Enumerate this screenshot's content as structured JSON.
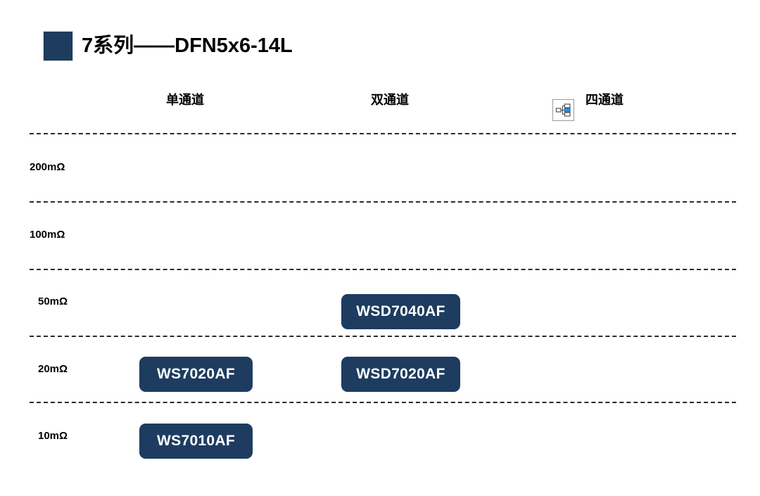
{
  "title": {
    "marker_color": "#1d3c5e",
    "text": "7系列——DFN5x6-14L"
  },
  "columns": [
    {
      "label": "单通道"
    },
    {
      "label": "双通道"
    },
    {
      "label": "四通道"
    }
  ],
  "channel_icon": {
    "name": "hierarchy-icon",
    "highlight_color": "#2f8fe0"
  },
  "rows": [
    {
      "label": "200mΩ"
    },
    {
      "label": "100mΩ"
    },
    {
      "label": "50mΩ"
    },
    {
      "label": "20mΩ"
    },
    {
      "label": "10mΩ"
    }
  ],
  "chips": [
    {
      "label": "WSD7040AF",
      "row": "50mΩ",
      "column": "双通道",
      "color": "#1d3c60"
    },
    {
      "label": "WS7020AF",
      "row": "20mΩ",
      "column": "单通道",
      "color": "#1d3c60"
    },
    {
      "label": "WSD7020AF",
      "row": "20mΩ",
      "column": "双通道",
      "color": "#1d3c60"
    },
    {
      "label": "WS7010AF",
      "row": "10mΩ",
      "column": "单通道",
      "color": "#1d3c60"
    }
  ],
  "separators": 5
}
